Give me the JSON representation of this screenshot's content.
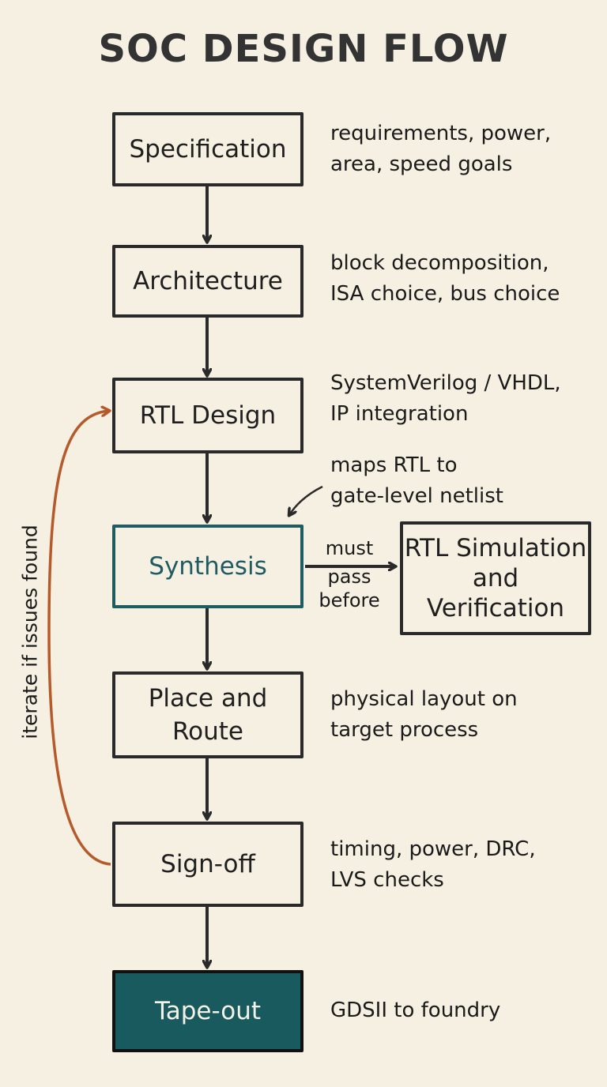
{
  "title": "SOC DESIGN FLOW",
  "colors": {
    "background": "#f6f0e2",
    "ink": "#2a2a2a",
    "teal": "#1e5b62",
    "teal_fill": "#195a5f",
    "loop_arrow": "#b55a2a"
  },
  "steps": [
    {
      "id": "specification",
      "label": "Specification",
      "note_lines": [
        "requirements, power,",
        "area, speed goals"
      ]
    },
    {
      "id": "architecture",
      "label": "Architecture",
      "note_lines": [
        "block decomposition,",
        "ISA choice, bus choice"
      ]
    },
    {
      "id": "rtl-design",
      "label": "RTL Design",
      "note_lines": [
        "SystemVerilog / VHDL,",
        "IP integration"
      ]
    },
    {
      "id": "synthesis",
      "label": "Synthesis",
      "note_lines": [
        "maps RTL to",
        "gate-level netlist"
      ]
    },
    {
      "id": "place-and-route",
      "label_lines": [
        "Place and",
        "Route"
      ],
      "note_lines": [
        "physical layout on",
        "target process"
      ]
    },
    {
      "id": "sign-off",
      "label": "Sign-off",
      "note_lines": [
        "timing, power, DRC,",
        "LVS checks"
      ]
    },
    {
      "id": "tape-out",
      "label": "Tape-out",
      "note_lines": [
        "GDSII to foundry"
      ]
    }
  ],
  "side_box": {
    "label_lines": [
      "RTL Simulation",
      "and",
      "Verification"
    ]
  },
  "side_edge_label": {
    "lines": [
      "must",
      "pass",
      "before"
    ]
  },
  "loop": {
    "label": "iterate if issues found",
    "from": "Sign-off",
    "to": "RTL Design"
  }
}
